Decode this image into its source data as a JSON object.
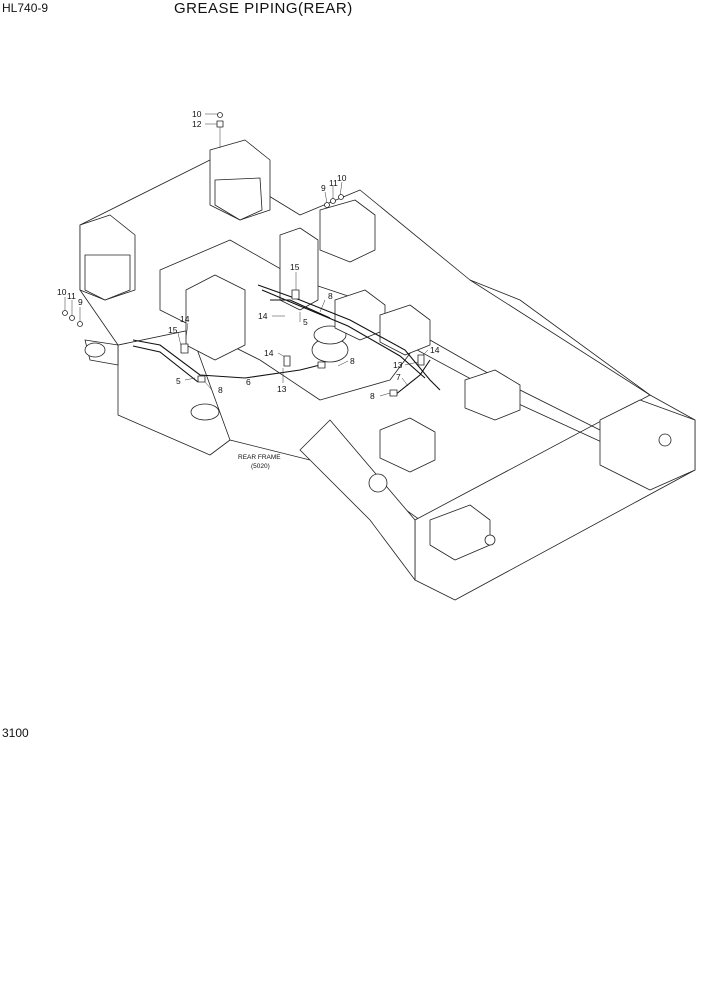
{
  "header": {
    "model": "HL740-9",
    "title": "GREASE PIPING(REAR)"
  },
  "footer": {
    "page_code": "3100"
  },
  "diagram": {
    "frame_label_line1": "REAR FRAME",
    "frame_label_line2": "(5020)",
    "callouts": {
      "c10_top": "10",
      "c12_top": "12",
      "c9_right": "9",
      "c11_right": "11",
      "c10_right": "10",
      "c10_left": "10",
      "c11_left": "11",
      "c9_left": "9",
      "c15_a": "15",
      "c8_a": "8",
      "c14_a": "14",
      "c5_a": "5",
      "c15_b": "15",
      "c14_b": "14",
      "c5_b": "5",
      "c8_b": "8",
      "c6": "6",
      "c14_c": "14",
      "c13_a": "13",
      "c8_c": "8",
      "c13_b": "13",
      "c14_d": "14",
      "c7": "7",
      "c8_d": "8"
    }
  }
}
